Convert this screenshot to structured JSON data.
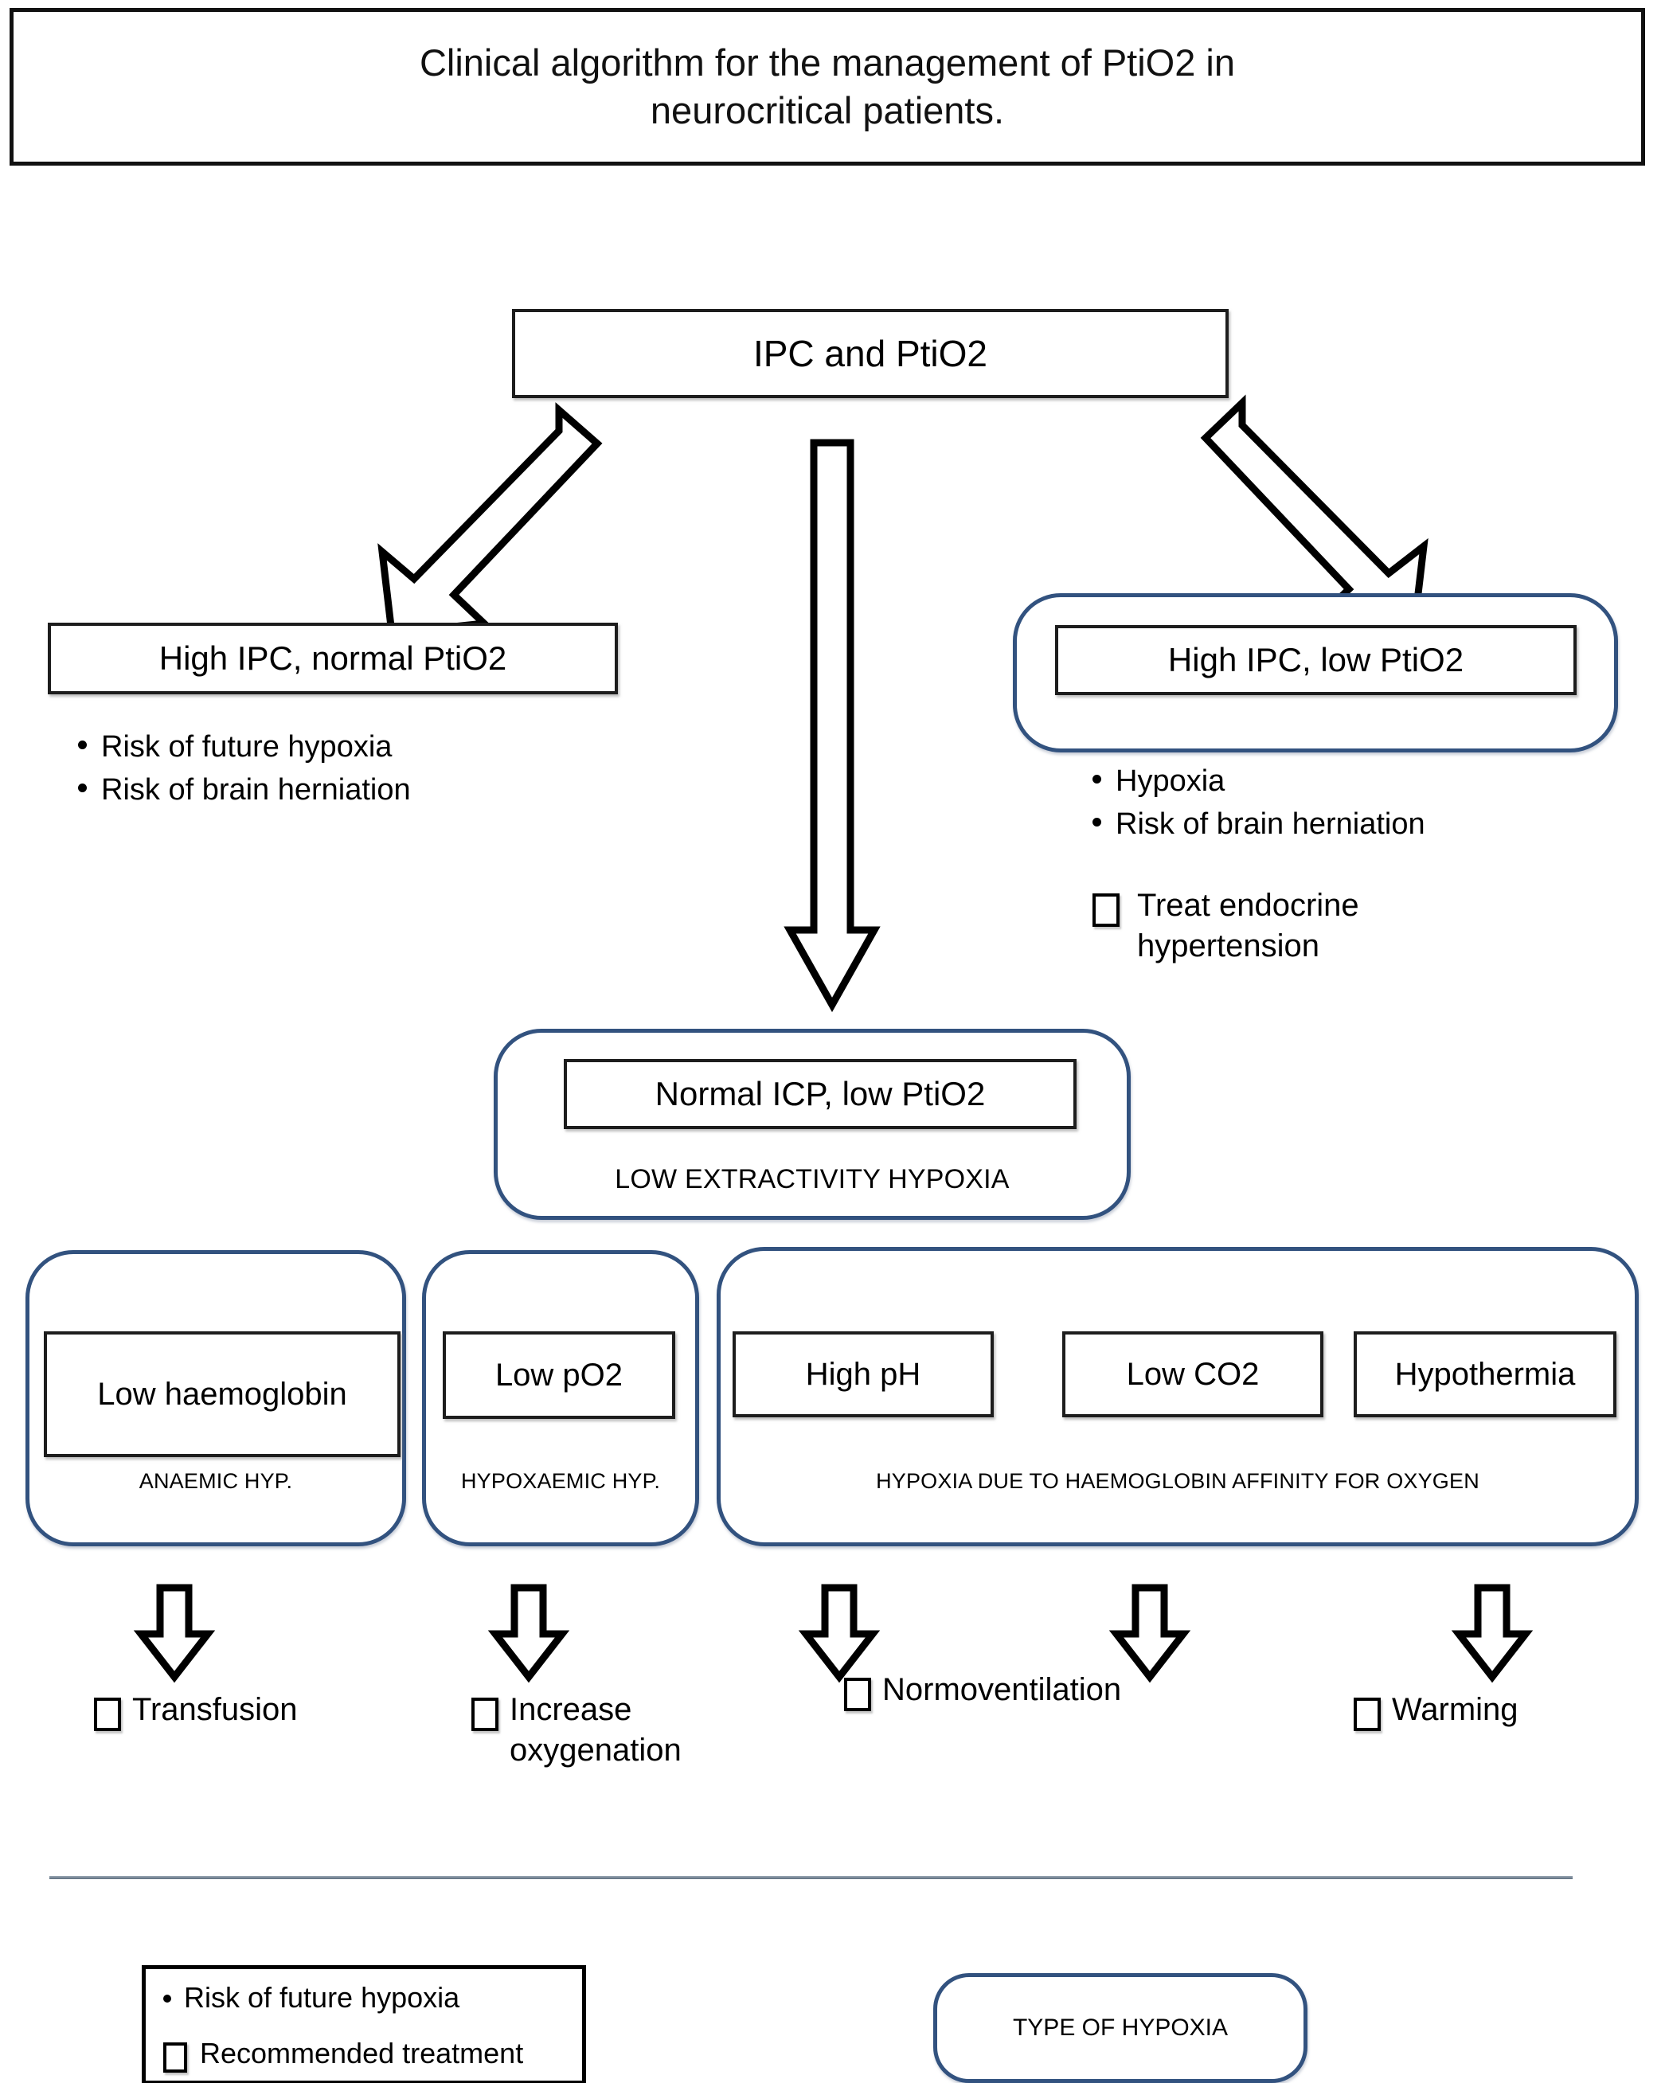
{
  "title": {
    "text": "Clinical algorithm for the management of PtiO2 in\nneurocritical patients."
  },
  "colors": {
    "group_border": "#32527F",
    "node_border": "#1d1d1d",
    "divider": "#5f6f80",
    "text": "#000000"
  },
  "root": {
    "label": "IPC and PtiO2"
  },
  "branches": {
    "left": {
      "node_label": "High IPC, normal PtiO2",
      "bullets": [
        "Risk of future hypoxia",
        "Risk of brain herniation"
      ]
    },
    "right": {
      "node_label": "High IPC, low PtiO2",
      "bullets": [
        "Hypoxia",
        "Risk of brain herniation"
      ],
      "treatments": [
        "Treat endocrine\nhypertension"
      ]
    },
    "center": {
      "node_label": "Normal ICP, low PtiO2",
      "caption": "LOW EXTRACTIVITY HYPOXIA"
    }
  },
  "hypoxia_groups": [
    {
      "caption": "ANAEMIC HYP.",
      "nodes": [
        "Low haemoglobin"
      ]
    },
    {
      "caption": "HYPOXAEMIC HYP.",
      "nodes": [
        "Low pO2"
      ]
    },
    {
      "caption": "HYPOXIA DUE TO HAEMOGLOBIN AFFINITY FOR OXYGEN",
      "nodes": [
        "High pH",
        "Low CO2",
        "Hypothermia"
      ]
    }
  ],
  "treatments": [
    {
      "label": "Transfusion"
    },
    {
      "label": "Increase\noxygenation"
    },
    {
      "label": "Normoventilation"
    },
    {
      "label": "Warming"
    }
  ],
  "legend": {
    "risk_item": "Risk of future hypoxia",
    "treatment_item": "Recommended treatment",
    "group_item": "TYPE OF HYPOXIA"
  }
}
